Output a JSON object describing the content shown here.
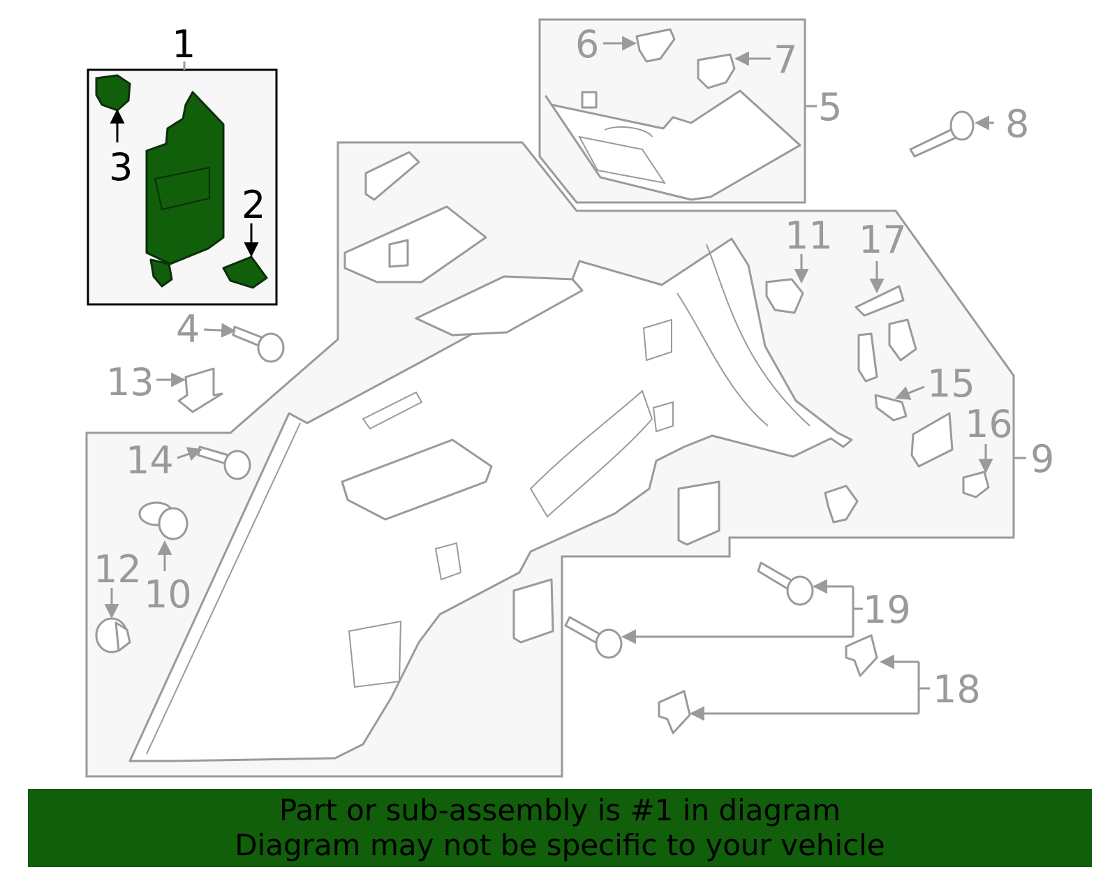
{
  "diagram": {
    "highlight_color": "#115e0b",
    "part_line_color": "#9a9a9a",
    "callouts": [
      {
        "id": "1",
        "label": "1",
        "highlighted": true
      },
      {
        "id": "2",
        "label": "2",
        "highlighted": true
      },
      {
        "id": "3",
        "label": "3",
        "highlighted": true
      },
      {
        "id": "4",
        "label": "4",
        "highlighted": false
      },
      {
        "id": "5",
        "label": "5",
        "highlighted": false
      },
      {
        "id": "6",
        "label": "6",
        "highlighted": false
      },
      {
        "id": "7",
        "label": "7",
        "highlighted": false
      },
      {
        "id": "8",
        "label": "8",
        "highlighted": false
      },
      {
        "id": "9",
        "label": "9",
        "highlighted": false
      },
      {
        "id": "10",
        "label": "10",
        "highlighted": false
      },
      {
        "id": "11",
        "label": "11",
        "highlighted": false
      },
      {
        "id": "12",
        "label": "12",
        "highlighted": false
      },
      {
        "id": "13",
        "label": "13",
        "highlighted": false
      },
      {
        "id": "14",
        "label": "14",
        "highlighted": false
      },
      {
        "id": "15",
        "label": "15",
        "highlighted": false
      },
      {
        "id": "16",
        "label": "16",
        "highlighted": false
      },
      {
        "id": "17",
        "label": "17",
        "highlighted": false
      },
      {
        "id": "18",
        "label": "18",
        "highlighted": false
      },
      {
        "id": "19",
        "label": "19",
        "highlighted": false
      }
    ]
  },
  "footer": {
    "line1": "Part or sub-assembly is #1 in diagram",
    "line2": "Diagram may not be specific to your vehicle"
  }
}
